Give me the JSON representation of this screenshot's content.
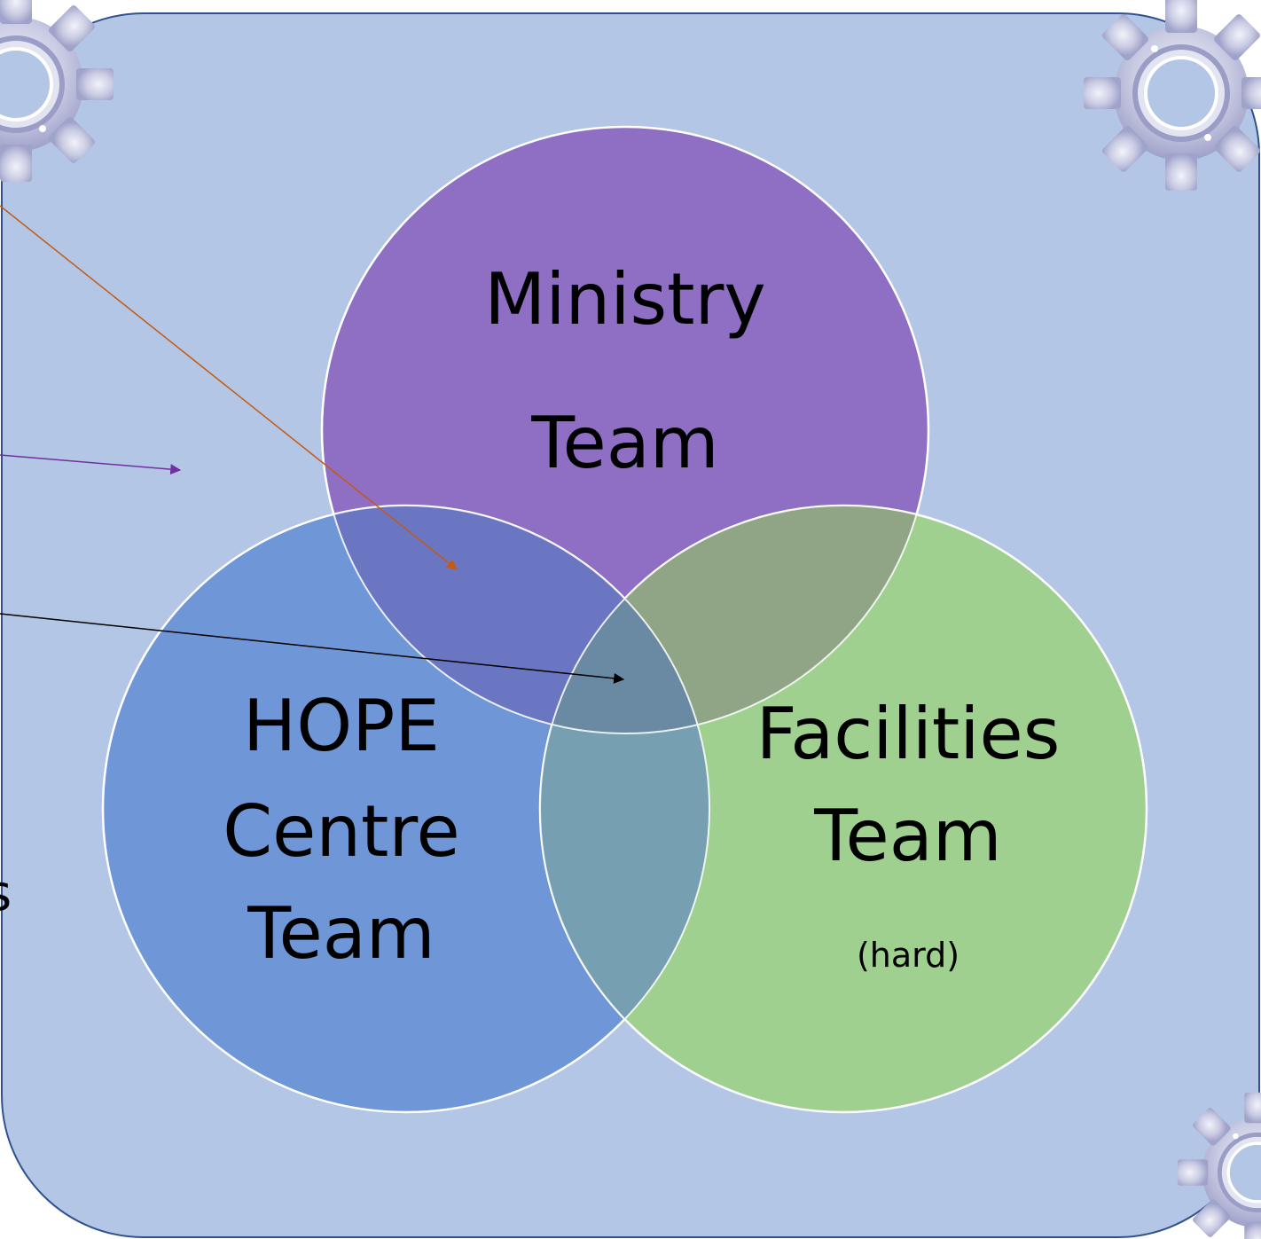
{
  "colors": {
    "panel_fill": "#b3c6e5",
    "panel_stroke": "#2f528f",
    "ministry_fill": "#8e6fc4",
    "hope_fill": "#6f96d6",
    "facilities_fill": "#9fd08f",
    "overlap_ministry_hope": "#6b76c2",
    "overlap_ministry_facilities": "#90a586",
    "overlap_hope_facilities": "#769fb2",
    "overlap_all": "#6a8aa3",
    "arrow_orange": "#c55a11",
    "arrow_purple": "#7030a0",
    "arrow_black": "#000000",
    "gear": "#c6c8e2"
  },
  "circles": {
    "ministry": {
      "line1": "Ministry",
      "line2": "Team"
    },
    "hope": {
      "line1": "HOPE",
      "line2": "Centre",
      "line3": "Team"
    },
    "facilities": {
      "line1": "Facilities",
      "line2": "Team",
      "note": "(hard)"
    }
  },
  "edge_fragment": "s",
  "icons": [
    "gear-icon-top-left",
    "gear-icon-top-right",
    "gear-icon-bottom-right"
  ]
}
